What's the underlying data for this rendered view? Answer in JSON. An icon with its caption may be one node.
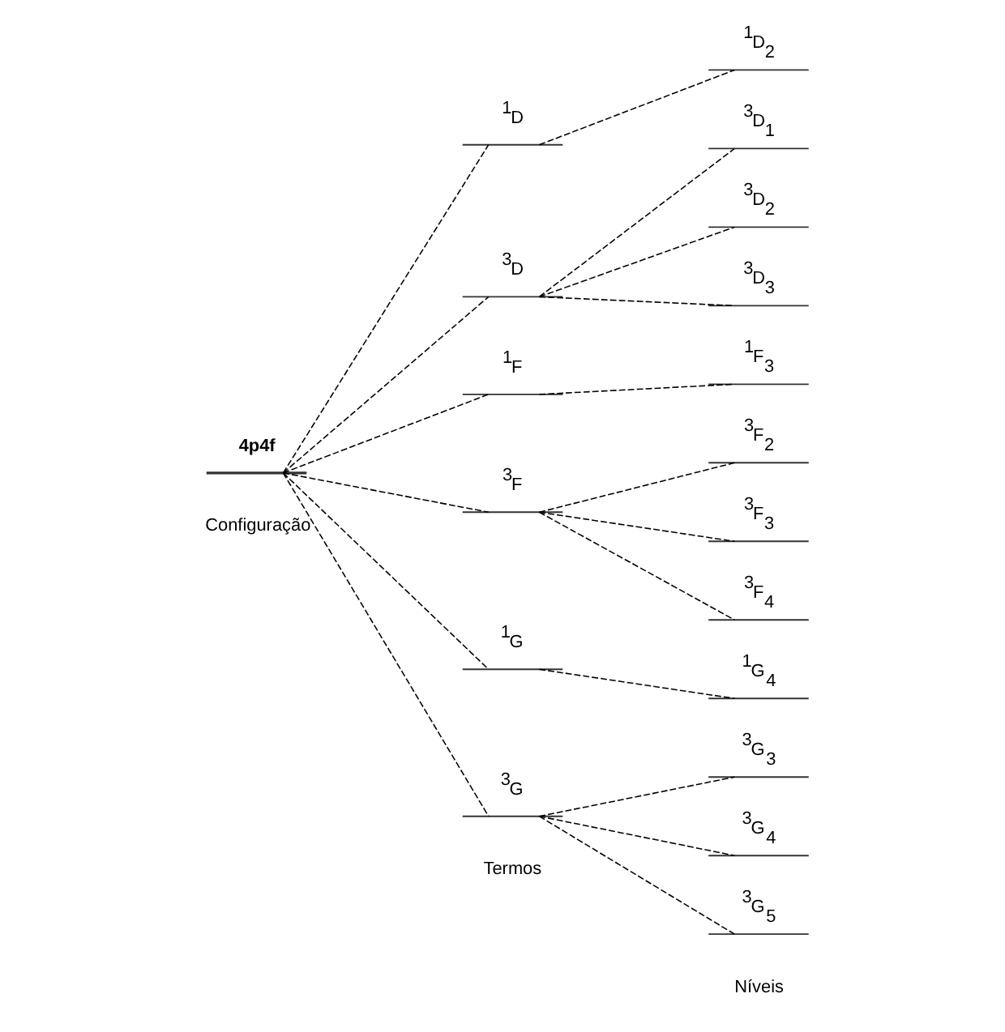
{
  "diagram": {
    "nodes": [
      {
        "text": [
          "4p4f"
        ]
      },
      {
        "text": [
          "$^{1}$D"
        ]
      },
      {
        "text": [
          "$^{3}$D"
        ]
      },
      {
        "text": [
          "$^{1}$F"
        ]
      },
      {
        "text": [
          "$^{3}$F"
        ]
      },
      {
        "text": [
          "$^{1}$G"
        ]
      },
      {
        "text": [
          "$^{3}$G"
        ]
      },
      {
        "text": [
          "$^{1}$D$_{2}$"
        ]
      },
      {
        "text": [
          "$^{3}$D$_{1}$"
        ]
      },
      {
        "text": [
          "$^{3}$D$_{2}$"
        ]
      },
      {
        "text": [
          "$^{3}$D$_{3}$"
        ]
      },
      {
        "text": [
          "$^{1}$F$_{3}$"
        ]
      },
      {
        "text": [
          "$^{3}$F$_{2}$"
        ]
      },
      {
        "text": [
          "$^{3}$F$_{3}$"
        ]
      },
      {
        "text": [
          "$^{3}$F$_{4}$"
        ]
      },
      {
        "text": [
          "$^{1}$G$_{4}$"
        ]
      },
      {
        "text": [
          "$^{3}$G$_{3}$"
        ]
      },
      {
        "text": [
          "$^{3}$G$_{4}$"
        ]
      },
      {
        "text": [
          "$^{3}$G$_{5}$"
        ]
      }
    ],
    "edges": [
      {
        "from": 0,
        "to": 1,
        "arrow": "none",
        "style": "dashed"
      },
      {
        "from": 0,
        "to": 2,
        "arrow": "none",
        "style": "dashed"
      },
      {
        "from": 0,
        "to": 3,
        "arrow": "none",
        "style": "dashed"
      },
      {
        "from": 0,
        "to": 4,
        "arrow": "none",
        "style": "dashed"
      },
      {
        "from": 0,
        "to": 5,
        "arrow": "none",
        "style": "dashed"
      },
      {
        "from": 0,
        "to": 6,
        "arrow": "none",
        "style": "dashed"
      },
      {
        "from": 1,
        "to": 7,
        "arrow": "none",
        "style": "dashed"
      },
      {
        "from": 2,
        "to": 8,
        "arrow": "none",
        "style": "dashed"
      },
      {
        "from": 2,
        "to": 9,
        "arrow": "none",
        "style": "dashed"
      },
      {
        "from": 2,
        "to": 10,
        "arrow": "none",
        "style": "dashed"
      },
      {
        "from": 3,
        "to": 11,
        "arrow": "none",
        "style": "dashed"
      },
      {
        "from": 4,
        "to": 12,
        "arrow": "none",
        "style": "dashed"
      },
      {
        "from": 4,
        "to": 13,
        "arrow": "none",
        "style": "dashed"
      },
      {
        "from": 4,
        "to": 14,
        "arrow": "none",
        "style": "dashed"
      },
      {
        "from": 5,
        "to": 15,
        "arrow": "none",
        "style": "dashed"
      },
      {
        "from": 6,
        "to": 16,
        "arrow": "none",
        "style": "dashed"
      },
      {
        "from": 6,
        "to": 17,
        "arrow": "none",
        "style": "dashed"
      },
      {
        "from": 6,
        "to": 18,
        "arrow": "none",
        "style": "dashed"
      }
    ],
    "labels": [
      "Configuração",
      "Termos",
      "Níveis"
    ]
  }
}
